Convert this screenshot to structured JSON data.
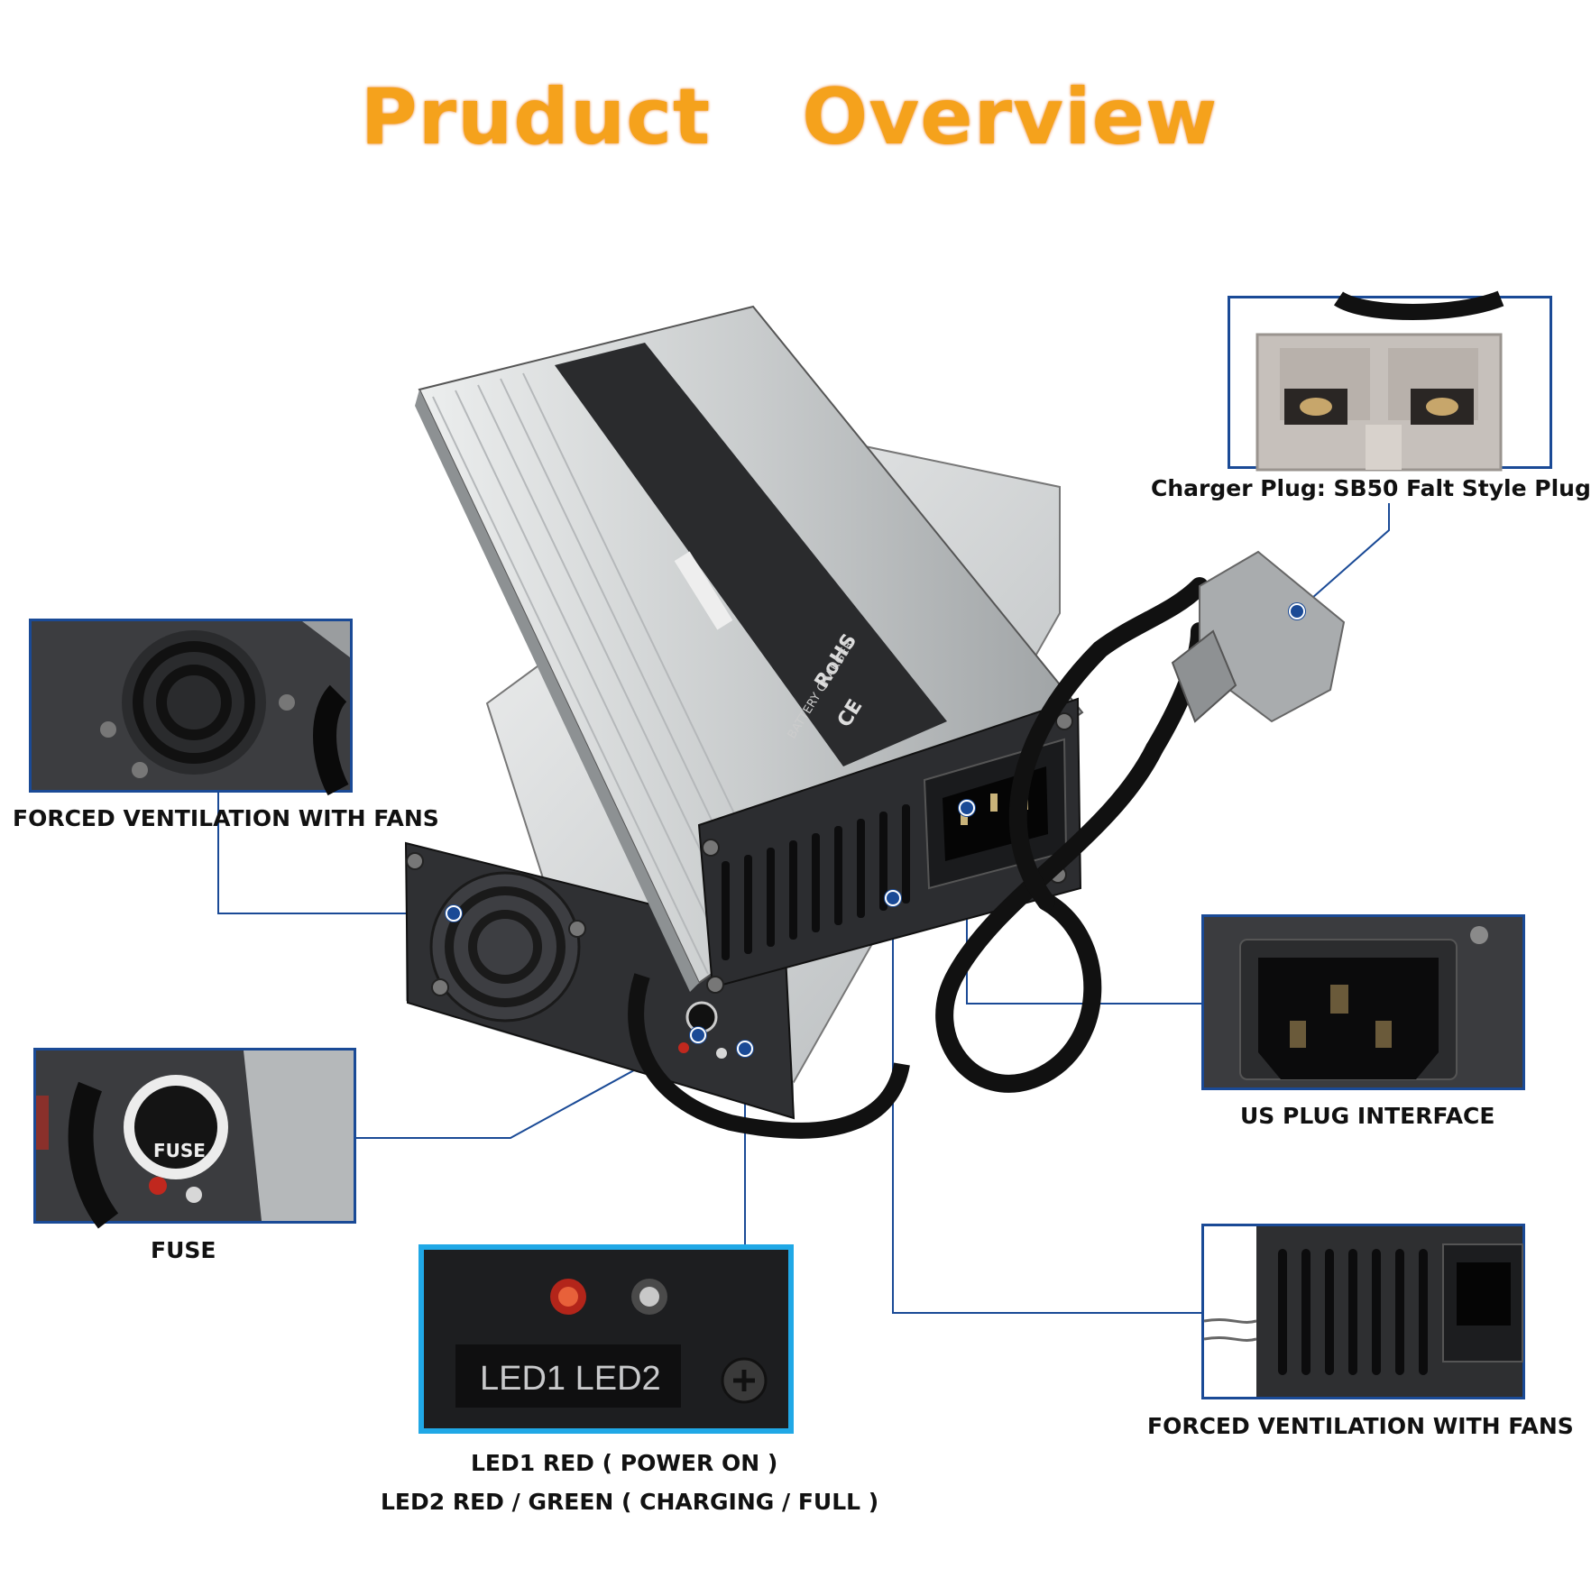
{
  "title": {
    "word1": "Pruduct",
    "word2": "Overview"
  },
  "callouts": {
    "charger_plug": "Charger Plug: SB50 Falt Style Plug",
    "fans_left": "FORCED VENTILATION WITH FANS",
    "fuse": "FUSE",
    "us_plug": "US PLUG INTERFACE",
    "fans_right": "FORCED VENTILATION WITH FANS",
    "led_line1": "LED1 RED ( POWER ON )",
    "led_line2": "LED2 RED / GREEN ( CHARGING / FULL )"
  },
  "product": {
    "fuse_cap": "FUSE",
    "led_plate": "LED1  LED2",
    "led_plate_small": "LED1 LED2",
    "rohs": "RoHS",
    "ce": "CE",
    "label_text": "BATTERY CHARGER"
  },
  "colors": {
    "title": "#f5a21c",
    "callout_line": "#1a4a96",
    "led_panel_border": "#20a8e6"
  }
}
